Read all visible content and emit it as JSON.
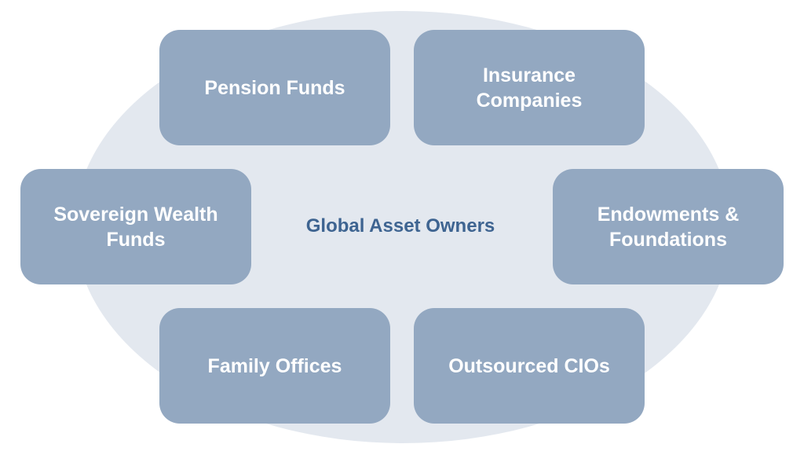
{
  "diagram": {
    "center_label": "Global Asset Owners",
    "colors": {
      "ellipse": "#e3e8ef",
      "box": "#93a8c1",
      "box_text": "#ffffff",
      "center_text": "#3e6491"
    },
    "nodes": [
      {
        "id": "pension-funds",
        "label": "Pension Funds"
      },
      {
        "id": "insurance-companies",
        "label": "Insurance\nCompanies"
      },
      {
        "id": "sovereign-wealth-funds",
        "label": "Sovereign Wealth\nFunds"
      },
      {
        "id": "endowments-foundations",
        "label": "Endowments &\nFoundations"
      },
      {
        "id": "family-offices",
        "label": "Family Offices"
      },
      {
        "id": "outsourced-cios",
        "label": "Outsourced CIOs"
      }
    ]
  }
}
